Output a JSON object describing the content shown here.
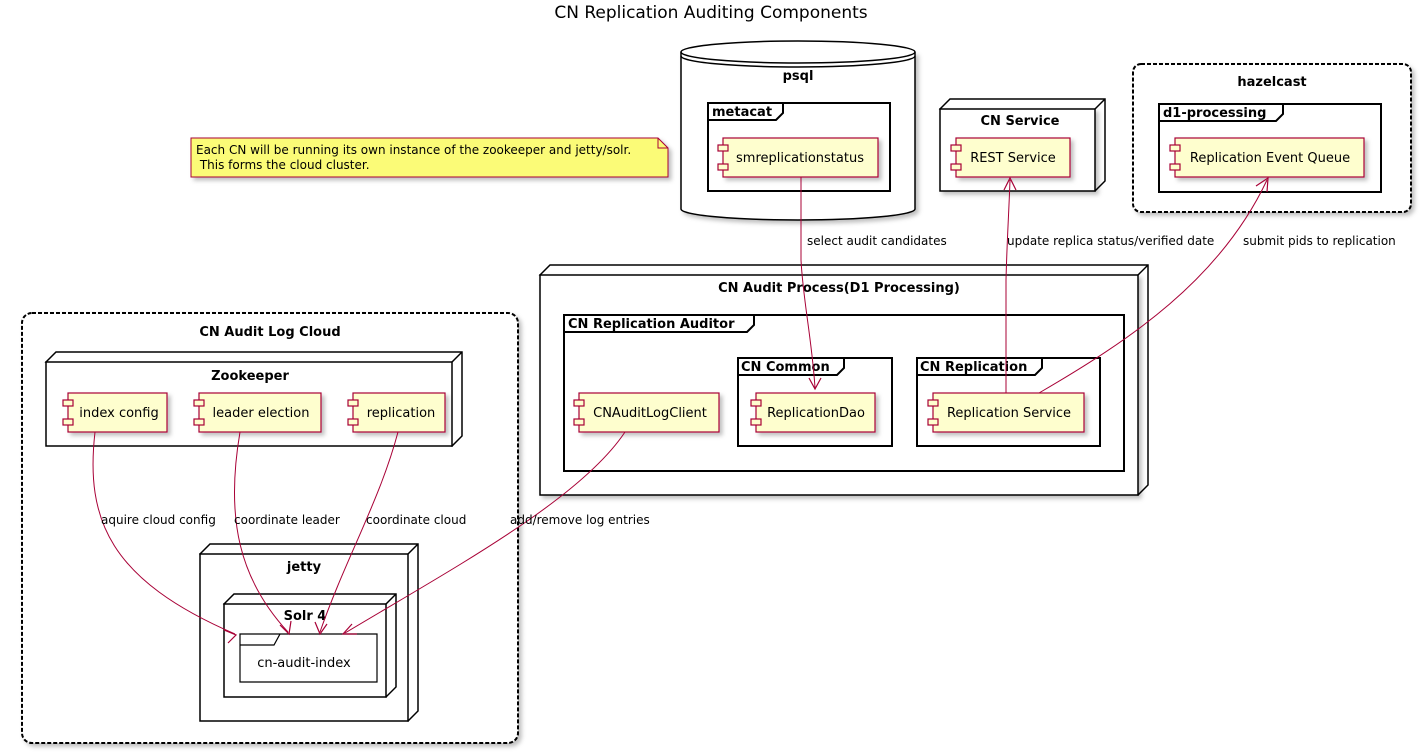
{
  "title": "CN Replication Auditing Components",
  "note": {
    "line1": "Each CN will be running its own instance of the zookeeper and jetty/solr.",
    "line2": " This forms the cloud cluster."
  },
  "groups": {
    "psql": "psql",
    "metacat": "metacat",
    "cn_service": "CN Service",
    "hazelcast": "hazelcast",
    "d1_processing": "d1-processing",
    "audit_process": "CN Audit Process(D1 Processing)",
    "auditor": "CN Replication Auditor",
    "cn_common": "CN Common",
    "cn_replication": "CN Replication",
    "log_cloud": "CN Audit Log Cloud",
    "zookeeper": "Zookeeper",
    "jetty": "jetty",
    "solr": "Solr 4"
  },
  "components": {
    "smreplicationstatus": "smreplicationstatus",
    "rest_service": "REST Service",
    "event_queue": "Replication Event Queue",
    "audit_client": "CNAuditLogClient",
    "replication_dao": "ReplicationDao",
    "replication_service": "Replication Service",
    "index_config": "index config",
    "leader_election": "leader election",
    "replication": "replication",
    "audit_index": "cn-audit-index"
  },
  "edges": {
    "select_audit": "select audit candidates",
    "update_status": "update replica status/verified date",
    "submit_pids": "submit pids to replication",
    "aquire_config": "aquire cloud config",
    "coord_leader": "coordinate leader",
    "coord_cloud": "coordinate cloud",
    "add_remove": "add/remove log entries"
  },
  "colors": {
    "component_fill": "#FEFECE",
    "component_border": "#A80036",
    "arrow": "#A80036",
    "note_fill": "#FBFB77"
  }
}
